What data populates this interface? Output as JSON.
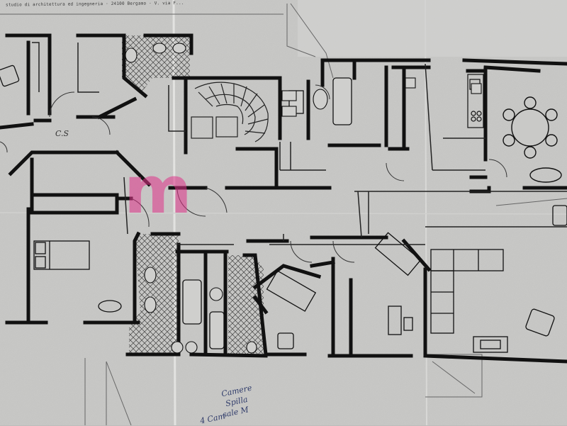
{
  "header_strip": {
    "text": "studio di architettura ed ingegneria · 24100 Bergamo · V. via F..."
  },
  "room_label": "C.S",
  "handwritten_note": [
    "Camere",
    "Spilla",
    "sale M",
    "4 Cam"
  ],
  "watermark": {
    "text": "m",
    "color": "#e0338a"
  },
  "colors": {
    "paper": "#c9c9c7",
    "ink": "#111111",
    "pencil": "#6b6b6b",
    "note_ink": "#2f3b6a"
  },
  "icons": [
    "table-with-chairs",
    "double-bed",
    "sofa",
    "armchair",
    "bathtub",
    "spiral-staircase"
  ]
}
